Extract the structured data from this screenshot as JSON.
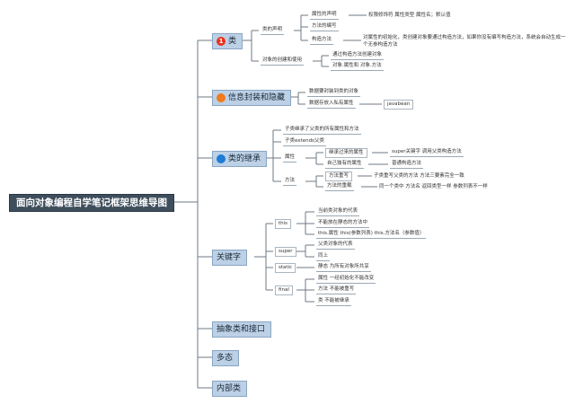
{
  "root": "面向对象编程自学笔记框架思维导图",
  "colors": {
    "root_bg": "#3e4e5c",
    "main_bg": "#bcd0e6",
    "marker_red": "#e8331f",
    "marker_orange": "#f07a1c",
    "marker_blue": "#1e7bd6",
    "line": "#6d7a86"
  },
  "branches": {
    "class": {
      "label": "类",
      "marker": "1",
      "declare": {
        "label": "类的声明",
        "attr_decl": "属性的声明",
        "attr_decl_detail": "权限修饰符 属性类型 属性名；默认值",
        "method_write": "方法的编写",
        "constructor": "构造方法",
        "constructor_detail": "对属性的初始化，类创建对象要通过构造方法，如果你没有编写构造方法，系统会自动生成一个无参构造方法"
      },
      "object": {
        "label": "对象的创建和使用",
        "create": "通过构造方法创建对象",
        "use": "对象.属性和 对象.方法"
      }
    },
    "encapsulation": {
      "label": "信息封装和隐藏",
      "marker": "",
      "items": [
        "数据要封装到类的对象",
        "数据存放入私有属性"
      ],
      "javabean": "javabean"
    },
    "inheritance": {
      "label": "类的继承",
      "marker": "",
      "inherit_all": "子类继承了父类的所有属性和方法",
      "extends": "子类extends父类",
      "attr": {
        "label": "属性",
        "inherited": "继承过来的属性",
        "inherited_detail": "super关键字 调用父类构造方法",
        "own": "自己独有的属性",
        "own_detail": "普通构造方法"
      },
      "method": {
        "label": "方法",
        "override": "方法重写",
        "override_detail": "子类重写父类的方法 方法三要素完全一致",
        "overload": "方法的重载",
        "overload_detail": "同一个类中 方法名 返回类型一样 参数列表不一样"
      }
    },
    "keyword": {
      "label": "关键字",
      "this": {
        "label": "this",
        "items": [
          "当前类对象的代表",
          "不能放在静态的方法中",
          "this.属性 this(参数列表) this.方法名（参数值）"
        ]
      },
      "super": {
        "label": "super",
        "items": [
          "父类对象的代表",
          "同上"
        ]
      },
      "static": {
        "label": "static",
        "item": "静态 为所有对象所共享"
      },
      "final": {
        "label": "final",
        "items": [
          "属性 一经初始化不能改变",
          "方法 不能被重写",
          "类 不能被继承"
        ]
      }
    },
    "abstract": {
      "label": "抽象类和接口"
    },
    "polymorphism": {
      "label": "多态"
    },
    "inner": {
      "label": "内部类"
    }
  }
}
